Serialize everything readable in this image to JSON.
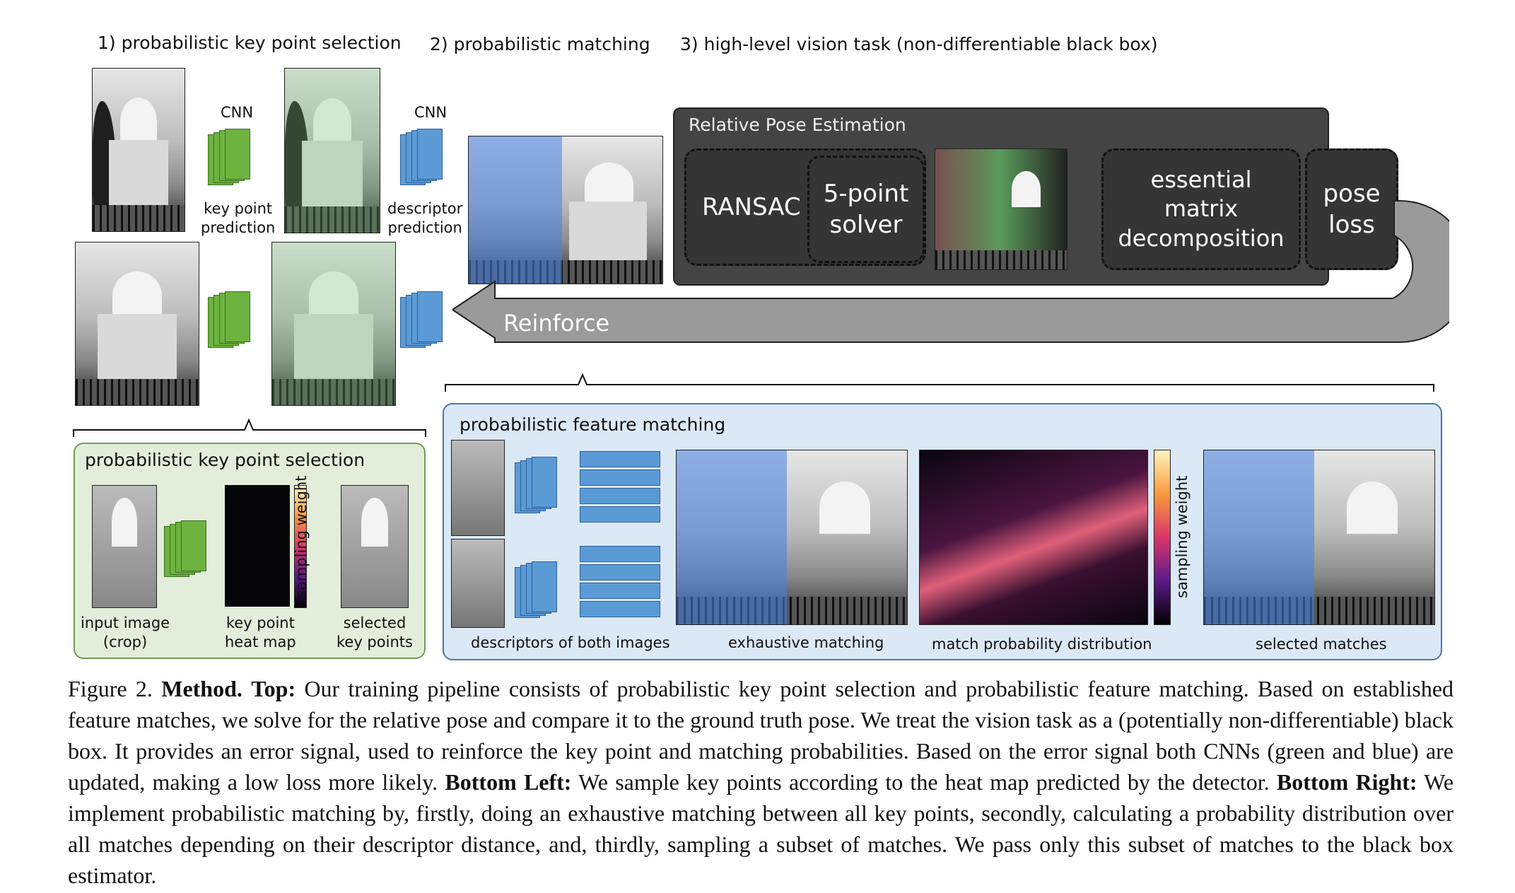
{
  "stages": {
    "s1": "1) probabilistic key point selection",
    "s2": "2) probabilistic matching",
    "s3": "3) high-level vision task (non-differentiable black box)"
  },
  "cnn_label_1": "CNN",
  "cnn_label_2": "CNN",
  "kp_pred": "key point\nprediction",
  "desc_pred": "descriptor\nprediction",
  "rpe": {
    "title": "Relative Pose Estimation",
    "ransac": "RANSAC",
    "solver": "5-point\nsolver",
    "essential": "essential\nmatrix\ndecomposition",
    "pose_loss": "pose\nloss"
  },
  "reinforce": "Reinforce",
  "kp_panel": {
    "title": "probabilistic key point selection",
    "input": "input image\n(crop)",
    "heat": "key point\nheat map",
    "sampling": "sampling weight",
    "selected": "selected\nkey points"
  },
  "fm_panel": {
    "title": "probabilistic feature matching",
    "descriptors": "descriptors of both images",
    "exhaustive": "exhaustive matching",
    "distribution": "match probability distribution",
    "sampling": "sampling weight",
    "selected": "selected matches"
  },
  "caption": {
    "fig": "Figure 2.",
    "method": "Method.",
    "top_label": "Top:",
    "top_text": "Our training pipeline consists of probabilistic key point selection and probabilistic feature matching. Based on established feature matches, we solve for the relative pose and compare it to the ground truth pose. We treat the vision task as a (potentially non-differentiable) black box. It provides an error signal, used to reinforce the key point and matching probabilities. Based on the error signal both CNNs (green and blue) are updated, making a low loss more likely.",
    "bl_label": "Bottom Left:",
    "bl_text": "We sample key points according to the heat map predicted by the detector.",
    "br_label": "Bottom Right:",
    "br_text": "We implement probabilistic matching by, firstly, doing an exhaustive matching between all key points, secondly, calculating a probability distribution over all matches depending on their descriptor distance, and, thirdly, sampling a subset of matches. We pass only this subset of matches to the black box estimator."
  },
  "colors": {
    "green": "#6db33f",
    "blue": "#5b9bd5",
    "dark": "#444444"
  }
}
